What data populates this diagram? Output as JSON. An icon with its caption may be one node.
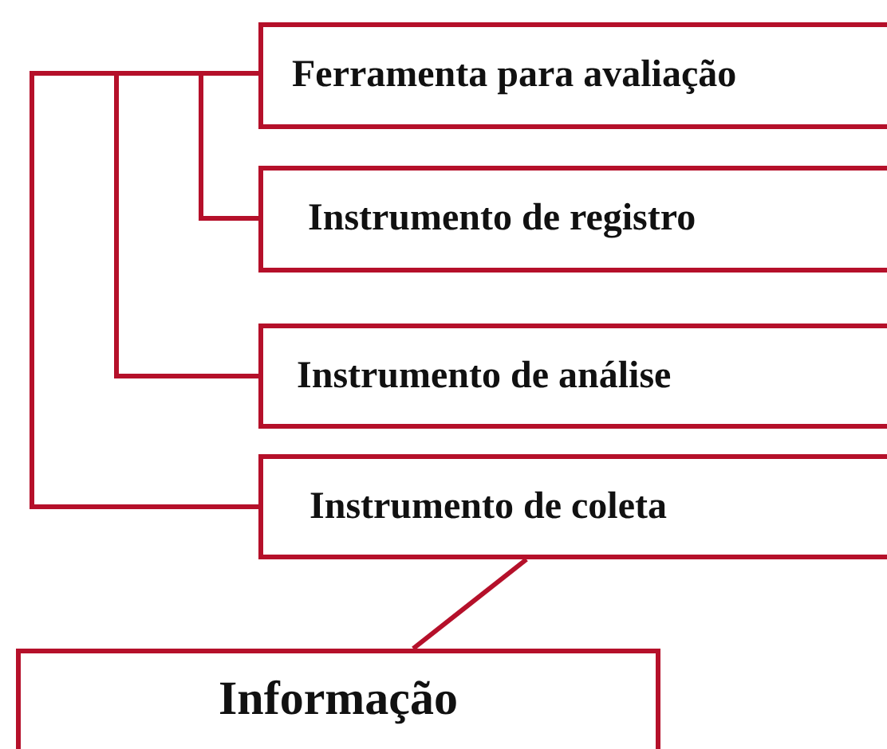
{
  "diagram": {
    "nodes": [
      {
        "text": [
          "Ferramenta para avaliação"
        ]
      },
      {
        "text": [
          "Instrumento de registro"
        ]
      },
      {
        "text": [
          "Instrumento de análise"
        ]
      },
      {
        "text": [
          "Instrumento de coleta"
        ]
      },
      {
        "text": [
          "Informação"
        ]
      }
    ],
    "edges": [
      {
        "from": 0,
        "to": 1,
        "arrow": "none"
      },
      {
        "from": 0,
        "to": 2,
        "arrow": "none"
      },
      {
        "from": 0,
        "to": 3,
        "arrow": "none"
      },
      {
        "from": 3,
        "to": 4,
        "arrow": "none"
      }
    ]
  }
}
